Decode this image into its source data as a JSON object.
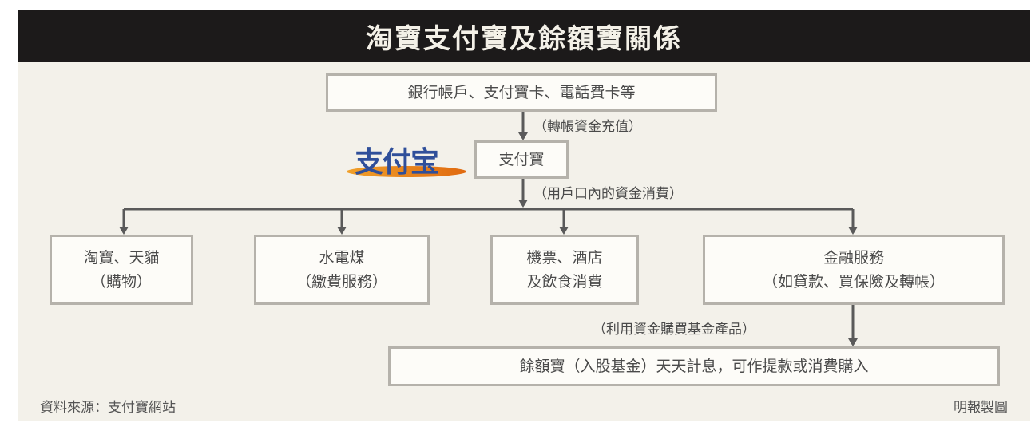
{
  "title": "淘寶支付寶及餘額寶關係",
  "top_box": "銀行帳戶、支付寶卡、電話費卡等",
  "top_arrow_label": "（轉帳資金充值）",
  "logo_text": "支付宝",
  "alipay_box": "支付寶",
  "mid_arrow_label": "（用戶口內的資金消費）",
  "branches": [
    {
      "line1": "淘寶、天貓",
      "line2": "（購物）"
    },
    {
      "line1": "水電煤",
      "line2": "（繳費服務）"
    },
    {
      "line1": "機票、酒店",
      "line2": "及飲食消費"
    },
    {
      "line1": "金融服務",
      "line2": "（如貸款、買保險及轉帳）"
    }
  ],
  "yuebao_arrow_label": "（利用資金購買基金產品）",
  "yuebao_box": "餘額寶（入股基金）天天計息，可作提款或消費購入",
  "footer_left": "資料來源：支付寶網站",
  "footer_right": "明報製圖"
}
